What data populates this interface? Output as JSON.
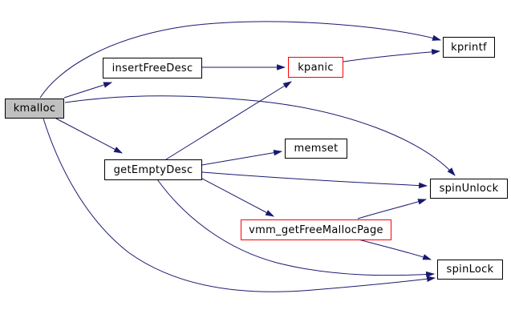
{
  "diagram": {
    "type": "call-graph",
    "background_color": "#ffffff",
    "edge_color": "#191970",
    "node_border_color": "#000000",
    "highlight_border_color": "#ff0000",
    "focus_node_fill": "#c0c0c0",
    "node_fill": "#ffffff",
    "nodes": [
      {
        "id": "kmalloc",
        "label": "kmalloc",
        "style": "focus"
      },
      {
        "id": "insertFreeDesc",
        "label": "insertFreeDesc",
        "style": "normal"
      },
      {
        "id": "kpanic",
        "label": "kpanic",
        "style": "highlight"
      },
      {
        "id": "kprintf",
        "label": "kprintf",
        "style": "normal"
      },
      {
        "id": "getEmptyDesc",
        "label": "getEmptyDesc",
        "style": "normal"
      },
      {
        "id": "memset",
        "label": "memset",
        "style": "normal"
      },
      {
        "id": "spinUnlock",
        "label": "spinUnlock",
        "style": "normal"
      },
      {
        "id": "vmm_getFreeMallocPage",
        "label": "vmm_getFreeMallocPage",
        "style": "highlight"
      },
      {
        "id": "spinLock",
        "label": "spinLock",
        "style": "normal"
      }
    ],
    "edges": [
      {
        "from": "kmalloc",
        "to": "kprintf"
      },
      {
        "from": "kmalloc",
        "to": "insertFreeDesc"
      },
      {
        "from": "kmalloc",
        "to": "getEmptyDesc"
      },
      {
        "from": "kmalloc",
        "to": "spinUnlock"
      },
      {
        "from": "kmalloc",
        "to": "spinLock"
      },
      {
        "from": "insertFreeDesc",
        "to": "kpanic"
      },
      {
        "from": "kpanic",
        "to": "kprintf"
      },
      {
        "from": "getEmptyDesc",
        "to": "kpanic"
      },
      {
        "from": "getEmptyDesc",
        "to": "memset"
      },
      {
        "from": "getEmptyDesc",
        "to": "spinUnlock"
      },
      {
        "from": "getEmptyDesc",
        "to": "vmm_getFreeMallocPage"
      },
      {
        "from": "getEmptyDesc",
        "to": "spinLock"
      },
      {
        "from": "vmm_getFreeMallocPage",
        "to": "spinUnlock"
      },
      {
        "from": "vmm_getFreeMallocPage",
        "to": "spinLock"
      }
    ]
  }
}
